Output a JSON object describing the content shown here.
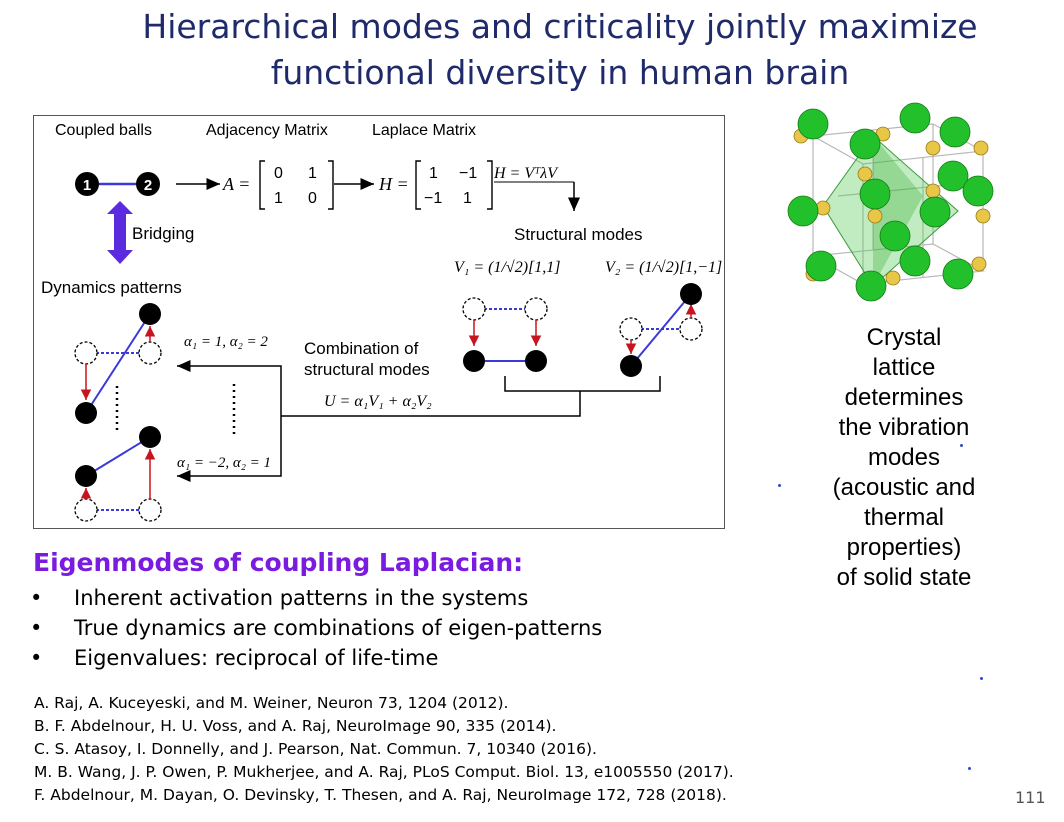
{
  "title": {
    "line1": "Hierarchical modes and criticality jointly maximize",
    "line2": "functional diversity in human brain"
  },
  "figure": {
    "col_coupled": "Coupled  balls",
    "col_adjacency": "Adjacency Matrix",
    "col_laplace": "Laplace Matrix",
    "ball1": "1",
    "ball2": "2",
    "bridging": "Bridging",
    "dynamics_patterns": "Dynamics patterns",
    "structural_modes": "Structural modes",
    "combination_line1": "Combination of",
    "combination_line2": "structural modes",
    "eq_A": "A =",
    "matrix_A": [
      "0",
      "1",
      "1",
      "0"
    ],
    "eq_H": "H =",
    "matrix_H": [
      "1",
      "−1",
      "−1",
      "1"
    ],
    "eq_decomp": "H = VᵀλV",
    "eq_V1": "V₁ = (1/√2)[1,1]",
    "eq_V2": "V₂ = (1/√2)[1,−1]",
    "eq_U": "U = α₁V₁ + α₂V₂",
    "eq_alpha_top": "α₁ = 1, α₂ = 2",
    "eq_alpha_bottom": "α₁ = −2, α₂ = 1"
  },
  "caption": [
    "Crystal",
    "lattice",
    "determines",
    "the vibration",
    "modes",
    "(acoustic and",
    "thermal",
    "properties)",
    "of solid state"
  ],
  "eigen_heading": "Eigenmodes of coupling Laplacian:",
  "bullets": [
    "Inherent activation patterns in the systems",
    "True dynamics are combinations of eigen-patterns",
    "Eigenvalues: reciprocal of life-time"
  ],
  "references": [
    "A. Raj, A. Kuceyeski, and M. Weiner, Neuron 73, 1204 (2012).",
    "B. F. Abdelnour, H. U. Voss, and A. Raj, NeuroImage 90, 335 (2014).",
    "C. S. Atasoy, I. Donnelly, and J. Pearson, Nat. Commun. 7, 10340 (2016).",
    "M. B. Wang, J. P. Owen, P. Mukherjee, and A. Raj, PLoS Comput. Biol. 13, e1005550 (2017).",
    "F. Abdelnour, M. Dayan, O. Devinsky, T. Thesen, and A. Raj, NeuroImage 172, 728 (2018)."
  ],
  "page_number": "111",
  "colors": {
    "title": "#1f2a6b",
    "eigen_heading": "#7a1be0",
    "bridging_arrow": "#5b2be0",
    "spring": "#3a3ad8",
    "displacement": "#c8141e",
    "atom_green": "#22c02a",
    "atom_gold": "#e8c648"
  }
}
